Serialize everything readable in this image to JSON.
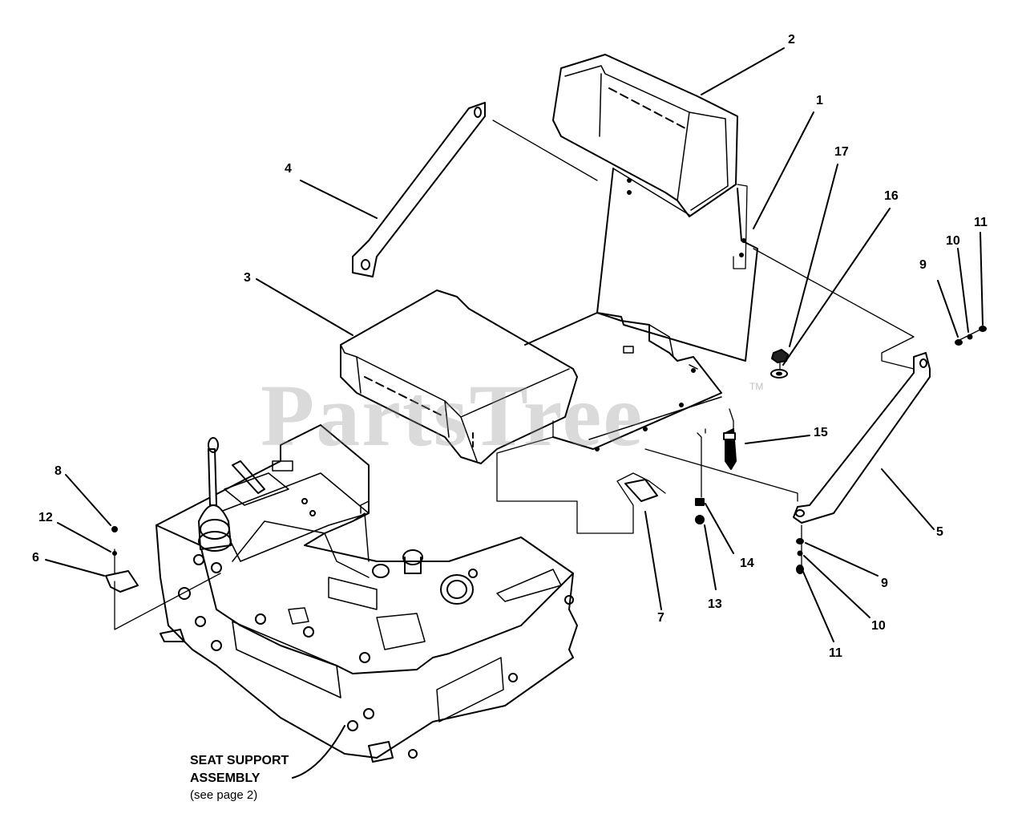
{
  "diagram": {
    "watermark": "PartsTree",
    "watermark_tm": "TM",
    "callouts": {
      "c1": "1",
      "c2": "2",
      "c3": "3",
      "c4": "4",
      "c5": "5",
      "c6": "6",
      "c7": "7",
      "c8": "8",
      "c9a": "9",
      "c9b": "9",
      "c10a": "10",
      "c10b": "10",
      "c11a": "11",
      "c11b": "11",
      "c12": "12",
      "c13": "13",
      "c14": "14",
      "c15": "15",
      "c16": "16",
      "c17": "17"
    },
    "assembly_label": {
      "line1": "SEAT SUPPORT",
      "line2": "ASSEMBLY",
      "line3": "(see page 2)"
    }
  }
}
